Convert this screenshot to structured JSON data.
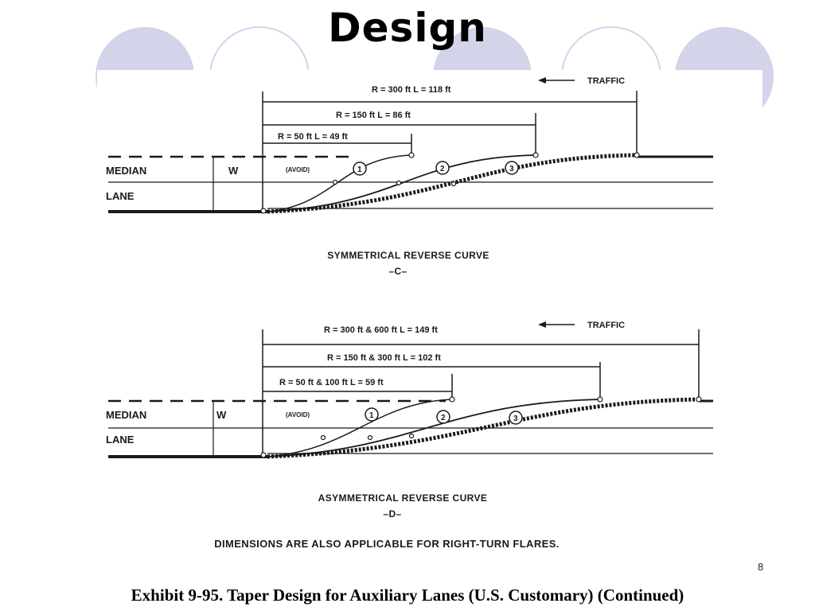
{
  "slide": {
    "title": "Design",
    "page_number": "8",
    "caption": "Exhibit 9-95.  Taper Design for Auxiliary Lanes (U.S. Customary) (Continued)",
    "note": "DIMENSIONS ARE ALSO  APPLICABLE FOR RIGHT-TURN  FLARES.",
    "deco_color": "#d3d3ea"
  },
  "diagrams": [
    {
      "name": "symmetrical",
      "traffic_label": "TRAFFIC",
      "dims": [
        "R = 300 ft     L = 118 ft",
        "R = 150 ft     L = 86 ft",
        "R = 50 ft     L = 49 ft"
      ],
      "median_label": "MEDIAN",
      "lane_label": "LANE",
      "width_label": "W",
      "avoid_label": "(AVOID)",
      "curve_numbers": [
        "1",
        "2",
        "3"
      ],
      "caption_title": "SYMMETRICAL  REVERSE  CURVE",
      "caption_letter": "–C–"
    },
    {
      "name": "asymmetrical",
      "traffic_label": "TRAFFIC",
      "dims": [
        "R = 300 ft & 600 ft     L = 149 ft",
        "R = 150 ft & 300 ft     L = 102 ft",
        "R = 50 ft & 100 ft     L = 59 ft"
      ],
      "median_label": "MEDIAN",
      "lane_label": "LANE",
      "width_label": "W",
      "avoid_label": "(AVOID)",
      "curve_numbers": [
        "1",
        "2",
        "3"
      ],
      "caption_title": "ASYMMETRICAL  REVERSE  CURVE",
      "caption_letter": "–D–"
    }
  ]
}
